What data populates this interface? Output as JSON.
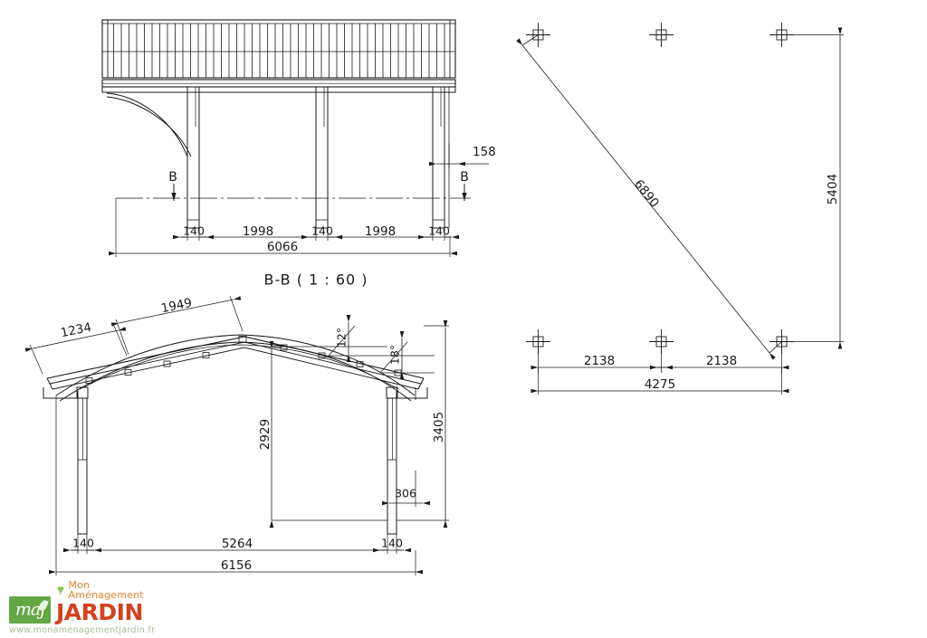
{
  "document": {
    "type": "technical-drawing",
    "background_color": "#ffffff",
    "line_color": "#1a1a1a"
  },
  "views": {
    "front_elevation": {
      "name": "front-elevation-view",
      "dimensions": {
        "post_width_left": "140",
        "bay_left": "1998",
        "post_width_mid": "140",
        "bay_right": "1998",
        "post_width_right": "140",
        "overall_length": "6066",
        "beam_offset": "158"
      },
      "section_marks": {
        "left": "B",
        "right": "B"
      }
    },
    "section_bb": {
      "name": "section-b-b-view",
      "title": "B-B ( 1 : 60 )",
      "dimensions": {
        "eave_overhang": "1234",
        "roof_slope_run": "1949",
        "clear_height": "2929",
        "total_height": "3405",
        "post_offset": "306",
        "post_width_left": "140",
        "post_width_right": "140",
        "clear_span": "5264",
        "overall_width": "6156"
      },
      "angles": {
        "upper": "12°",
        "lower": "18°"
      }
    },
    "plan": {
      "name": "foundation-plan-view",
      "dimensions": {
        "diagonal": "6890",
        "depth": "5404",
        "bay_left": "2138",
        "bay_right": "2138",
        "overall_width": "4275"
      },
      "post_markers_count": 6
    }
  },
  "logo": {
    "monogram": "maj",
    "tagline": "Mon Aménagement",
    "brand": "JARDIN",
    "url": "www.monamenagementjardin.fr",
    "colors": {
      "green": "#63a844",
      "orange": "#e8822a",
      "red": "#d4411e",
      "url_grey": "#a8bf92"
    }
  }
}
